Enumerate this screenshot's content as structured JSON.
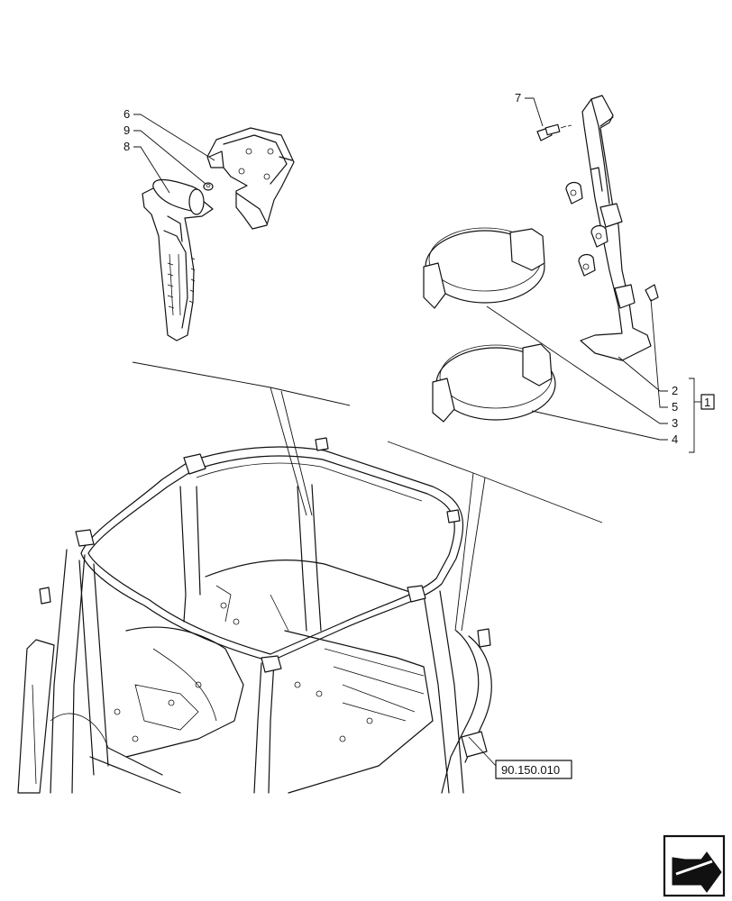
{
  "callouts": {
    "c6": "6",
    "c9": "9",
    "c8": "8",
    "c7": "7",
    "c2": "2",
    "c5": "5",
    "c3": "3",
    "c4": "4",
    "kit": "1"
  },
  "reference": {
    "label": "90.150.010"
  },
  "nav_icon": "next-page-arrow-icon"
}
